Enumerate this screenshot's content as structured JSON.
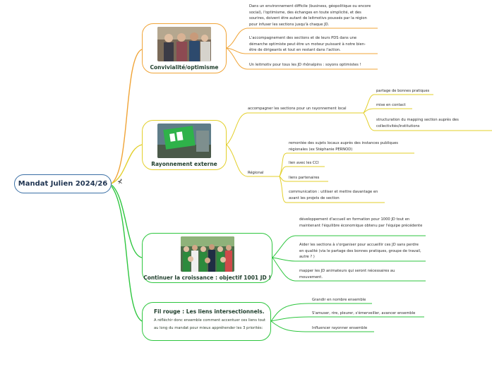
{
  "root": {
    "label": "Mandat Julien 2024/26",
    "collapse_symbol": "⊀"
  },
  "branches": {
    "b1": {
      "title": "Convivialité/optimisme",
      "leaves": [
        "Dans un environnement difficile (business, géopolitique ou encore social), l'optimisme, des échanges en toute simplicité, et des sourires, doivent être autant de leitmotivs poussés par la région pour infuser les sections jusqu'à chaque JD.",
        "L'accompagnement des sections et de leurs PDS dans une démarche optimiste peut être un moteur puissant à notre bien-être de dirigeants et tout en restant dans l'action.",
        "Un leitmotiv pour tous les JD rhônalpins : soyons optimistes !"
      ]
    },
    "b2": {
      "title": "Rayonnement externe",
      "sub1": {
        "label": "accompagner les sections pour un rayonnement local",
        "leaves": [
          "partage de bonnes pratiques",
          "mise en contact",
          "structuration du mapping section auprès des collectivités/institutions"
        ]
      },
      "sub2": {
        "label": "Régional",
        "leaves": [
          "remontée des sujets locaux auprès des instances publiques régionales (ex Stéphanie PERNOD)",
          "lien avec les CCI",
          "liens partenaires",
          "communication : utiliser et mettre davantage en avant les projets de section"
        ]
      }
    },
    "b3": {
      "title": "Continuer la croissance : objectif 1001 JD !",
      "leaves": [
        "développement d'accueil en formation pour 1000 JD tout en maintenant l'équilibre économique obtenu par l'équipe précédente",
        "Aider les sections à s'organiser pour accueillir ces JD sans perdre en qualité (via le partage des bonnes pratiques, groupe de travail, autre ? )",
        "mapper les JD animateurs qui seront nécessaires au mouvement."
      ]
    },
    "b4": {
      "title": "Fil rouge : Les liens intersectionnels.",
      "body": "A réfléchir donc ensemble comment accentuer ces liens tout au long du mandat pour mieux appréhender les 3 priorités:",
      "leaves": [
        "Grandir en nombre ensemble",
        "S'amuser, rire, pleurer, s'émerveiller, avancer ensemble",
        "Influencer rayonner ensemble"
      ]
    }
  },
  "icons": {
    "photo_b1": "team-photo",
    "photo_b2": "cjd-flag-photo",
    "photo_b3": "crowd-photo"
  },
  "colors": {
    "orange": "#f0a437",
    "yellow": "#e3cf2a",
    "green": "#2ec63f",
    "root_border": "#3a6fa5"
  }
}
